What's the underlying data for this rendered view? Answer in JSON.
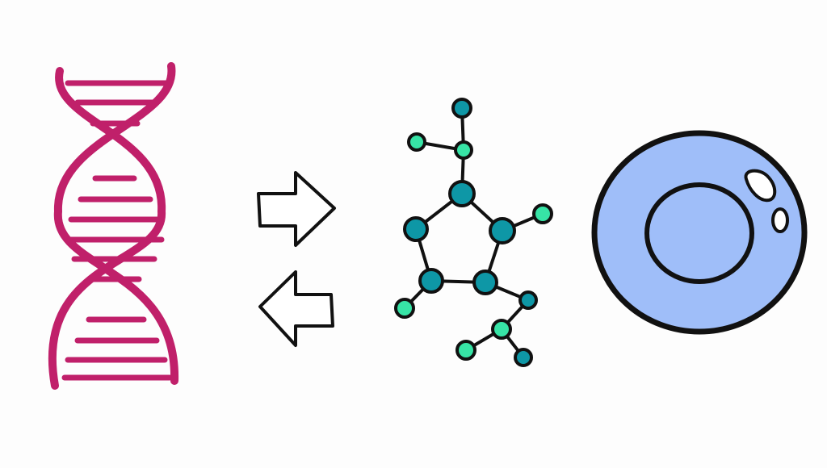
{
  "diagram": {
    "elements": [
      {
        "id": "dna",
        "icon": "dna-double-helix-icon"
      },
      {
        "id": "arrows",
        "icon": "bidirectional-arrows-icon"
      },
      {
        "id": "molecule",
        "icon": "cyclic-molecule-icon"
      },
      {
        "id": "cell",
        "icon": "cell-icon"
      }
    ],
    "colors": {
      "background": "#fdfdfd",
      "dna_strand": "#c0206a",
      "outline": "#111111",
      "molecule_atom_dark": "#0e97a6",
      "molecule_atom_light": "#37e4a6",
      "cell_fill": "#9fbef9",
      "cell_highlight": "#ffffff"
    }
  }
}
